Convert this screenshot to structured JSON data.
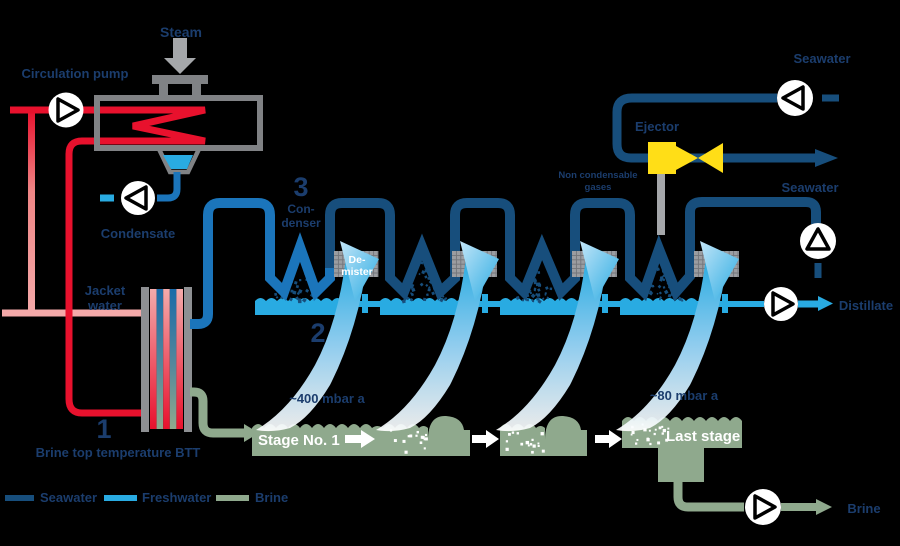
{
  "palette": {
    "seawater_cold": "#174e7c",
    "seawater_warm": "#1b75bb",
    "freshwater": "#29abe2",
    "brine": "#8fa98d",
    "hot_jacket_water": "#e8112d",
    "warm_jacket_water": "#f4a9a9",
    "ejector_yellow": "#ffde17",
    "steel_gray": "#808285",
    "steam_gray": "#a5a7aa",
    "demister_gray": "#9b9da1",
    "label_navy": "#1b3d6d",
    "background": "#000000"
  },
  "labels": {
    "steam": "Steam",
    "circulation_pump": "Circulation pump",
    "condensate": "Condensate",
    "jacket_water_line1": "Jacket",
    "jacket_water_line2": "water",
    "marker_1": "1",
    "marker_2": "2",
    "marker_3": "3",
    "condenser_line1": "Con-",
    "condenser_line2": "denser",
    "demister_line1": "De-",
    "demister_line2": "mister",
    "ncg_line1": "Non condensable",
    "ncg_line2": "gases",
    "ejector": "Ejector",
    "seawater_top": "Seawater",
    "seawater_mid": "Seawater",
    "distillate": "Distillate",
    "pressure_first": "~400 mbar a",
    "pressure_last": "~80 mbar a",
    "stage_first": "Stage No. 1",
    "stage_last": "Last stage",
    "btt": "Brine top temperature BTT",
    "brine": "Brine"
  },
  "legend": {
    "items": [
      {
        "label": "Seawater",
        "color": "#174e7c"
      },
      {
        "label": "Freshwater",
        "color": "#29abe2"
      },
      {
        "label": "Brine",
        "color": "#8fa98d"
      }
    ]
  }
}
